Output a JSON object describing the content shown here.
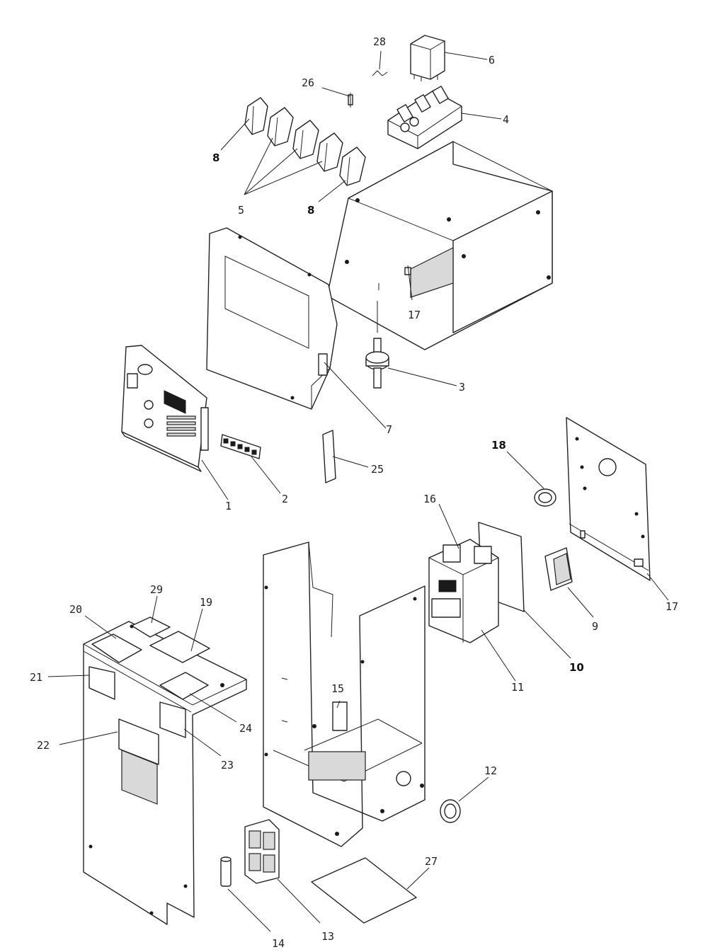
{
  "labels": {
    "l1": "1",
    "l2": "2",
    "l3": "3",
    "l4": "4",
    "l5": "5",
    "l6": "6",
    "l7": "7",
    "l8a": "8",
    "l8b": "8",
    "l9": "9",
    "l10": "10",
    "l11": "11",
    "l12": "12",
    "l13": "13",
    "l14": "14",
    "l15": "15",
    "l16": "16",
    "l17a": "17",
    "l17b": "17",
    "l18": "18",
    "l19": "19",
    "l20": "20",
    "l21": "21",
    "l22": "22",
    "l23": "23",
    "l24": "24",
    "l25": "25",
    "l26": "26",
    "l27": "27",
    "l28": "28",
    "l29": "29"
  }
}
